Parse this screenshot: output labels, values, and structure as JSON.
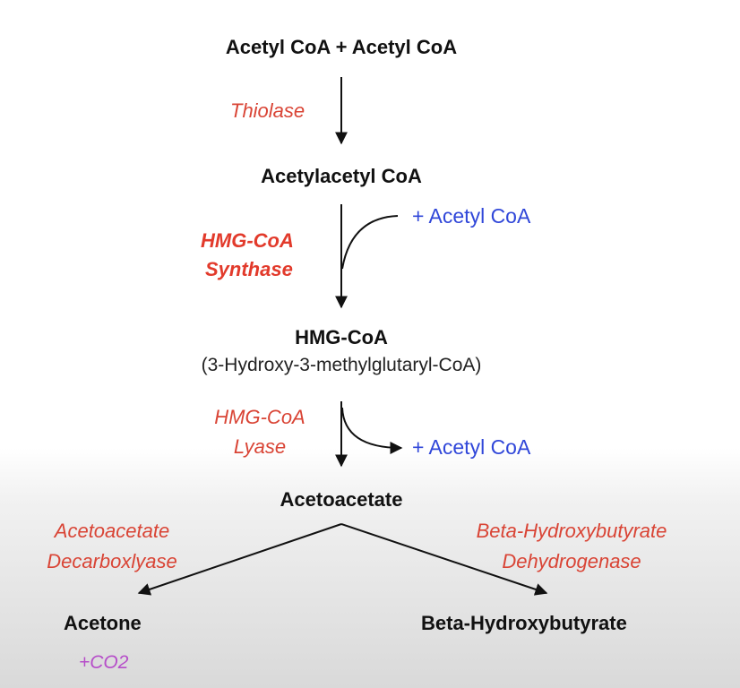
{
  "steps": {
    "acetyl_coa_pair": "Acetyl CoA + Acetyl CoA",
    "thiolase": "Thiolase",
    "acetylacetyl_coa": "Acetylacetyl CoA",
    "hmg_synthase_line1": "HMG-CoA",
    "hmg_synthase_line2": "Synthase",
    "plus_acetyl_coa_1": "+ Acetyl CoA",
    "hmg_coa": "HMG-CoA",
    "hmg_coa_full": "(3-Hydroxy-3-methylglutaryl-CoA)",
    "hmg_lyase_line1": "HMG-CoA",
    "hmg_lyase_line2": "Lyase",
    "plus_acetyl_coa_2": "+ Acetyl CoA",
    "acetoacetate": "Acetoacetate",
    "decarboxylase_line1": "Acetoacetate",
    "decarboxylase_line2": "Decarboxlyase",
    "dehydrogenase_line1": "Beta-Hydroxybutyrate",
    "dehydrogenase_line2": "Dehydrogenase",
    "acetone": "Acetone",
    "co2": "+CO2",
    "beta_hydroxybutyrate": "Beta-Hydroxybutyrate"
  },
  "colors": {
    "metabolite": "#111111",
    "enzyme": "#d94435",
    "cofactor": "#3047d9",
    "byproduct": "#b64ec9"
  }
}
